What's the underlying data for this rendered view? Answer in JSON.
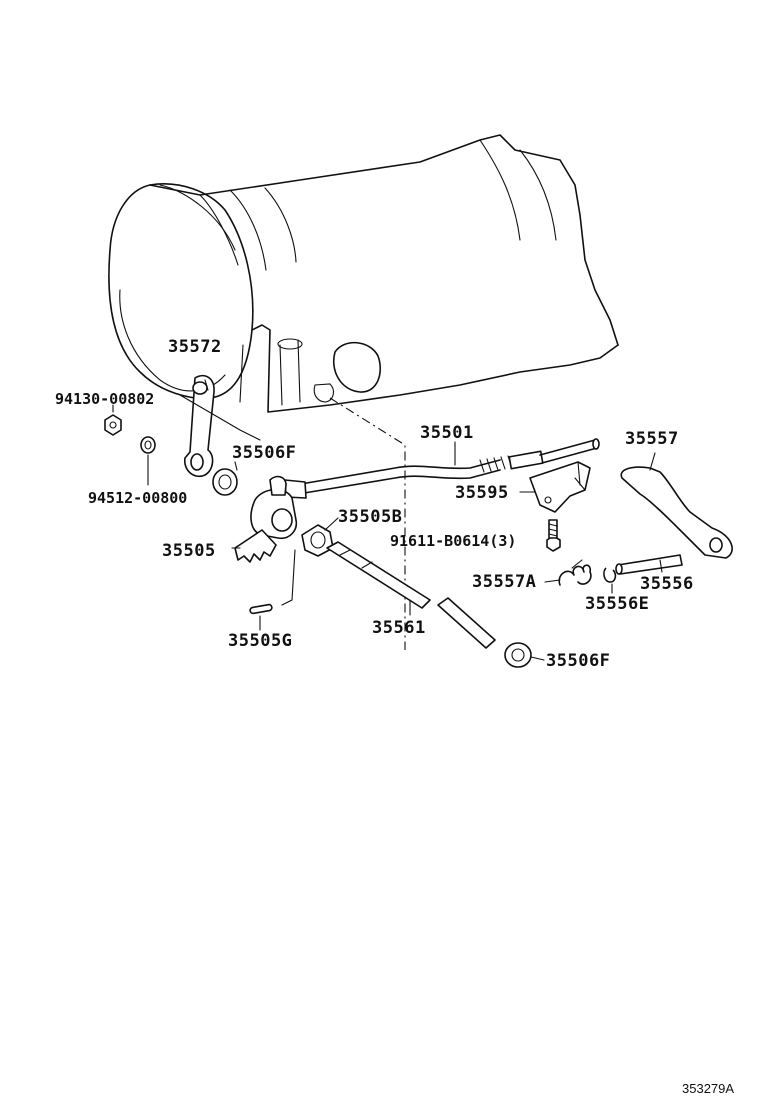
{
  "labels": {
    "p35572": "35572",
    "p94130": "94130-00802",
    "p94512": "94512-00800",
    "p35506F_top": "35506F",
    "p35501": "35501",
    "p35557": "35557",
    "p35595": "35595",
    "p35505B": "35505B",
    "p91611": "91611-B0614(3)",
    "p35505": "35505",
    "p35557A": "35557A",
    "p35556": "35556",
    "p35556E": "35556E",
    "p35505G": "35505G",
    "p35561": "35561",
    "p35506F_bottom": "35506F"
  },
  "reference_code": "353279A"
}
